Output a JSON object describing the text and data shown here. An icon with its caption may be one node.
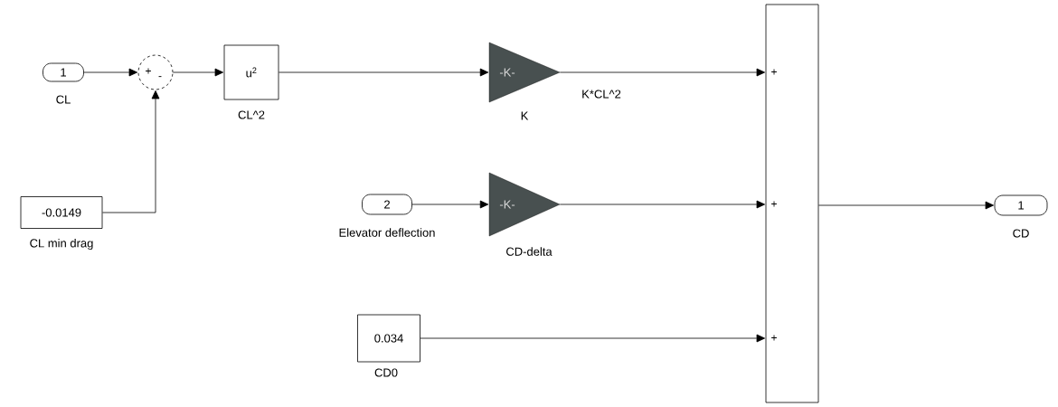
{
  "diagram": {
    "nodes": [
      {
        "text": [
          "1"
        ],
        "beside": [
          "CL"
        ]
      },
      {
        "text": [
          "+",
          "-"
        ]
      },
      {
        "text": [
          "-0.0149"
        ],
        "beside": [
          "CL min drag"
        ]
      },
      {
        "text": [
          "u$^{2}$"
        ],
        "beside": [
          "CL^2"
        ]
      },
      {
        "text": [
          "-K-"
        ],
        "beside": [
          "K"
        ]
      },
      {
        "text": [
          "2"
        ],
        "beside": [
          "Elevator deflection"
        ]
      },
      {
        "text": [
          "-K-"
        ],
        "beside": [
          "CD-delta"
        ]
      },
      {
        "text": [
          "0.034"
        ],
        "beside": [
          "CD0"
        ]
      },
      {
        "text": [
          "+",
          "+",
          "+"
        ]
      },
      {
        "text": [
          "1"
        ],
        "beside": [
          "CD"
        ]
      }
    ],
    "edges": [
      {
        "from": 0,
        "to": 1,
        "arrow": "to"
      },
      {
        "from": 2,
        "to": 1,
        "arrow": "to"
      },
      {
        "from": 1,
        "to": 3,
        "arrow": "to"
      },
      {
        "from": 3,
        "to": 4,
        "arrow": "to"
      },
      {
        "from": 4,
        "to": 8,
        "arrow": "to",
        "label": "K*CL^2"
      },
      {
        "from": 5,
        "to": 6,
        "arrow": "to"
      },
      {
        "from": 6,
        "to": 8,
        "arrow": "to"
      },
      {
        "from": 7,
        "to": 8,
        "arrow": "to"
      },
      {
        "from": 8,
        "to": 9,
        "arrow": "to"
      }
    ]
  }
}
